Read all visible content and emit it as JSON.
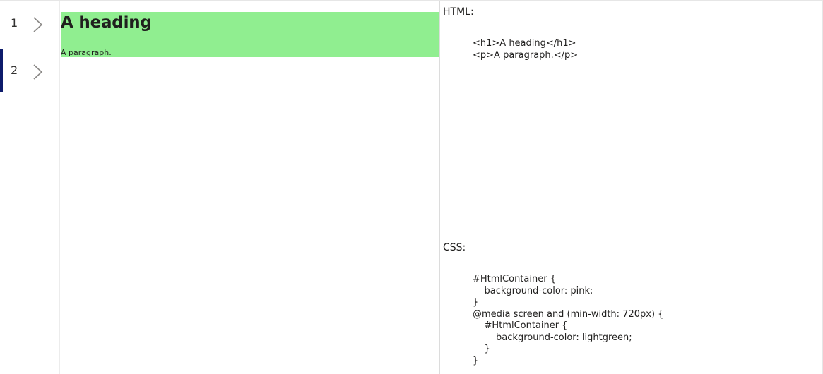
{
  "gallery": {
    "items": [
      {
        "number": "1",
        "selected": false,
        "icon": "chevron-right-icon"
      },
      {
        "number": "2",
        "selected": true,
        "icon": "chevron-right-icon"
      }
    ],
    "accent_color": "#0d1b6b"
  },
  "html_container": {
    "heading": "A heading",
    "paragraph": "A paragraph.",
    "background_color": "#90ee90"
  },
  "code_panel": {
    "html_label": "HTML:",
    "html_code": "<h1>A heading</h1>\n<p>A paragraph.</p>",
    "css_label": "CSS:",
    "css_code": "#HtmlContainer {\n    background-color: pink;\n}\n@media screen and (min-width: 720px) {\n    #HtmlContainer {\n        background-color: lightgreen;\n    }\n}"
  }
}
